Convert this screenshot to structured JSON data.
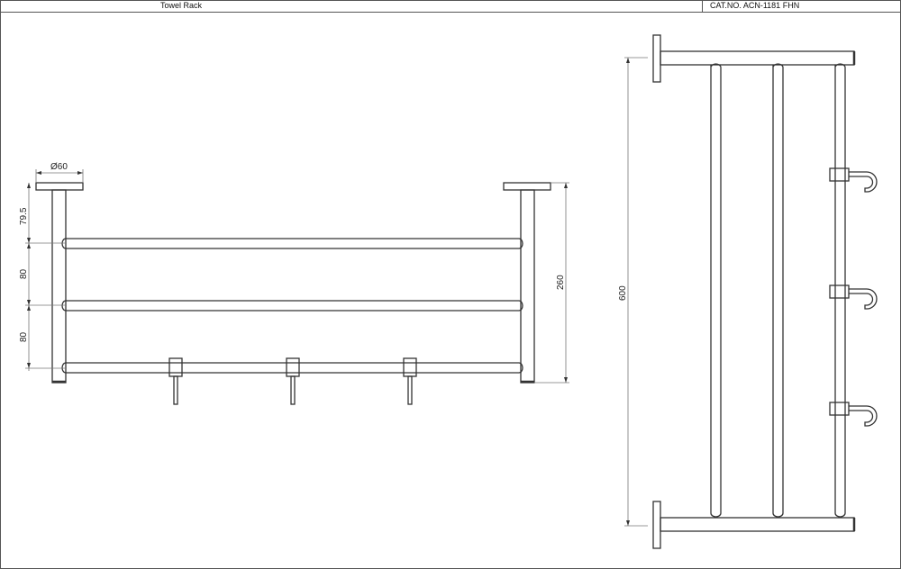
{
  "header": {
    "title": "Towel Rack",
    "catalog_number": "CAT.NO. ACN-1181 FHN"
  },
  "front_view": {
    "dimensions": {
      "flange_diameter": "Ø60",
      "top_offset": "79.5",
      "bar_spacing_1": "80",
      "bar_spacing_2": "80",
      "total_height": "260"
    },
    "bars_count": 3,
    "hooks_count": 3
  },
  "side_view": {
    "dimensions": {
      "length": "600"
    },
    "bars_count": 3,
    "hooks_count": 3
  },
  "colors": {
    "line": "#333333",
    "dim_line": "#777777",
    "background": "#ffffff"
  }
}
